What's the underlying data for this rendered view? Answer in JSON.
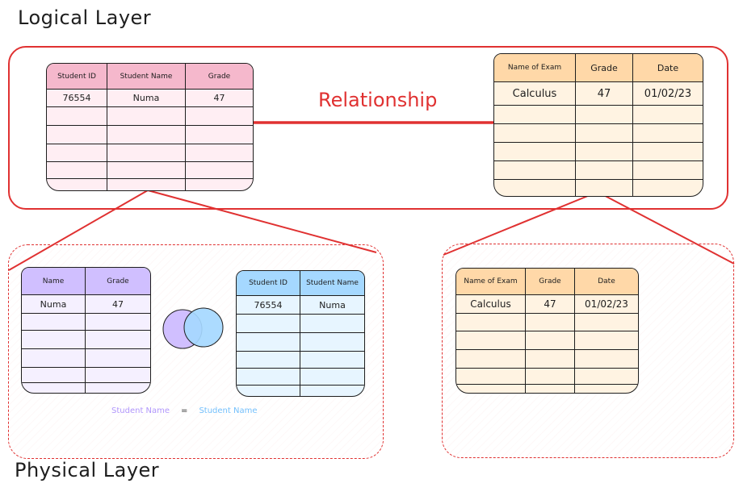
{
  "titles": {
    "logical": "Logical Layer",
    "physical": "Physical Layer"
  },
  "relationship_label": "Relationship",
  "logical": {
    "student_table": {
      "headers": [
        "Student ID",
        "Student Name",
        "Grade"
      ],
      "rows": [
        [
          "76554",
          "Numa",
          "47"
        ],
        [
          "",
          "",
          ""
        ],
        [
          "",
          "",
          ""
        ],
        [
          "",
          "",
          ""
        ],
        [
          "",
          "",
          ""
        ],
        [
          "",
          "",
          ""
        ]
      ]
    },
    "exam_table": {
      "headers": [
        "Name of Exam",
        "Grade",
        "Date"
      ],
      "rows": [
        [
          "Calculus",
          "47",
          "01/02/23"
        ],
        [
          "",
          "",
          ""
        ],
        [
          "",
          "",
          ""
        ],
        [
          "",
          "",
          ""
        ],
        [
          "",
          "",
          ""
        ],
        [
          "",
          "",
          ""
        ]
      ]
    }
  },
  "physical": {
    "name_grade_table": {
      "headers": [
        "Name",
        "Grade"
      ],
      "rows": [
        [
          "Numa",
          "47"
        ],
        [
          "",
          ""
        ],
        [
          "",
          ""
        ],
        [
          "",
          ""
        ],
        [
          "",
          ""
        ],
        [
          "",
          ""
        ]
      ]
    },
    "id_name_table": {
      "headers": [
        "Student ID",
        "Student Name"
      ],
      "rows": [
        [
          "76554",
          "Numa"
        ],
        [
          "",
          ""
        ],
        [
          "",
          ""
        ],
        [
          "",
          ""
        ],
        [
          "",
          ""
        ],
        [
          "",
          ""
        ]
      ]
    },
    "join_caption": {
      "left": "Student Name",
      "op": "=",
      "right": "Student Name"
    },
    "exam_table": {
      "headers": [
        "Name of Exam",
        "Grade",
        "Date"
      ],
      "rows": [
        [
          "Calculus",
          "47",
          "01/02/23"
        ],
        [
          "",
          "",
          ""
        ],
        [
          "",
          "",
          ""
        ],
        [
          "",
          "",
          ""
        ],
        [
          "",
          "",
          ""
        ],
        [
          "",
          "",
          ""
        ]
      ]
    }
  },
  "colors": {
    "frame": "#e03131",
    "student_header": "#f5b8cc",
    "exam_header": "#ffd8a8",
    "name_grade_header": "#d0bfff",
    "id_name_header": "#a5d8ff",
    "venn_left": "#d0bfff",
    "venn_right": "#a5d8ff"
  }
}
